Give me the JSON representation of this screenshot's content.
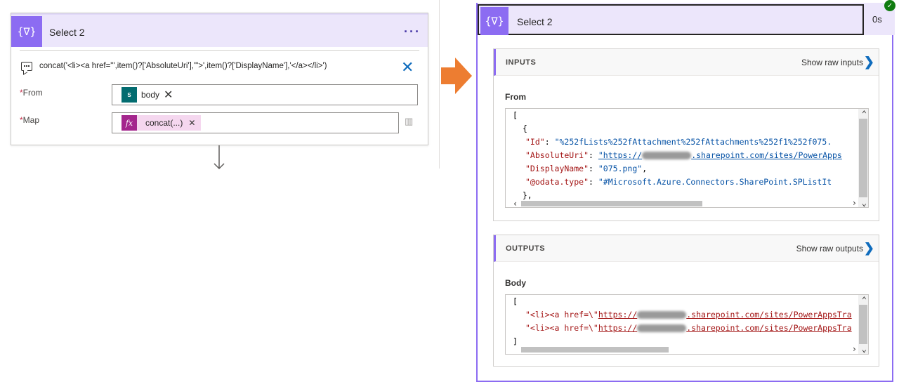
{
  "left_card": {
    "title": "Select 2",
    "menu": "···",
    "expression": "concat('<li><a href=\"',item()?['AbsoluteUri'],'\">',item()?['DisplayName'],'</a></li>')",
    "from_label": "From",
    "map_label": "Map",
    "required_mark": "*",
    "from_token": "body",
    "map_token": "concat(...)",
    "tile_glyph": "{∇}",
    "sp_glyph": "S",
    "fx_glyph": "fx"
  },
  "right_card": {
    "title": "Select 2",
    "duration": "0s",
    "tile_glyph": "{∇}",
    "inputs": {
      "title": "INPUTS",
      "raw_label": "Show raw inputs",
      "sub_label": "From",
      "lines": {
        "l1": "[",
        "l2": "  {",
        "id_key": "\"Id\"",
        "id_val": "\"%252fLists%252fAttachment%252fAttachments%252f1%252f075.",
        "uri_key": "\"AbsoluteUri\"",
        "uri_pre": "\"https://",
        "uri_post": ".sharepoint.com/sites/PowerApps",
        "name_key": "\"DisplayName\"",
        "name_val": "\"075.png\"",
        "type_key": "\"@odata.type\"",
        "type_val": "\"#Microsoft.Azure.Connectors.SharePoint.SPListIt",
        "l7": "  },"
      }
    },
    "outputs": {
      "title": "OUTPUTS",
      "raw_label": "Show raw outputs",
      "sub_label": "Body",
      "lines": {
        "l1": "[",
        "pre": "\"<li><a href=\\\"",
        "url_pre": "https://",
        "url_post": ".sharepoint.com/sites/PowerAppsTra",
        "l4": "]"
      }
    }
  },
  "icons": {
    "ellipsis": "more-icon",
    "close": "close-icon",
    "comment": "comment-icon",
    "delete": "delete-icon",
    "chevron": "chevron-right-icon",
    "check": "check-icon",
    "arrow": "arrow-right-icon"
  },
  "colors": {
    "accent": "#8c6cf2",
    "header_bg": "#ece6fb",
    "link": "#0f6cbd",
    "orange": "#ed7d31",
    "success": "#107c10",
    "sharepoint": "#036c70",
    "expression": "#a4268d"
  }
}
